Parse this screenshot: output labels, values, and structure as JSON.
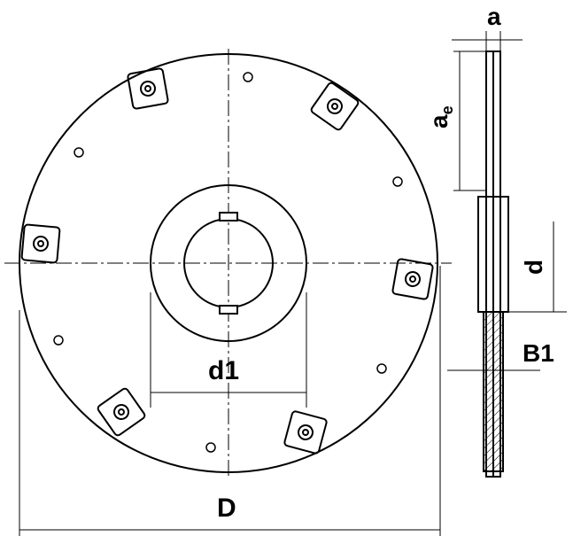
{
  "labels": {
    "a": "a",
    "ae_main": "a",
    "ae_sub": "e",
    "d": "d",
    "B1": "B1",
    "d1": "d1",
    "D": "D"
  },
  "colors": {
    "line": "#000000",
    "background": "#ffffff"
  }
}
